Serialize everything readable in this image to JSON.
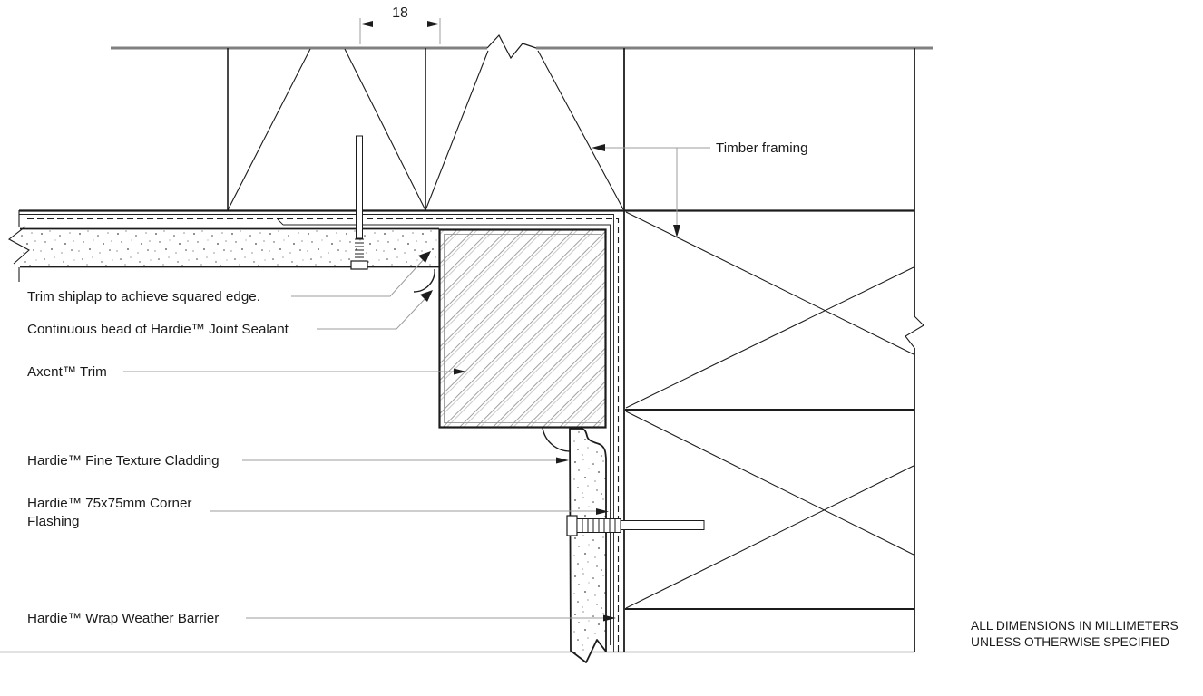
{
  "drawing": {
    "title_hint": "Cladding external corner detail (plan section)",
    "dimension": {
      "value": "18"
    },
    "labels": {
      "timber_framing": "Timber framing",
      "trim_shiplap": "Trim shiplap to achieve squared edge.",
      "joint_sealant": "Continuous bead of Hardie™ Joint Sealant",
      "axent_trim": "Axent™ Trim",
      "cladding": "Hardie™ Fine Texture Cladding",
      "flashing_line1": "Hardie™ 75x75mm Corner",
      "flashing_line2": "Flashing",
      "weather_barrier": "Hardie™ Wrap Weather Barrier"
    },
    "notes": {
      "line1": "ALL DIMENSIONS IN MILLIMETERS",
      "line2": "UNLESS OTHERWISE SPECIFIED"
    },
    "colors": {
      "frame_gray": "#808080",
      "leader_gray": "#9c9c9c",
      "hatch_gray": "#a0a0a0",
      "line_black": "#1c1c1c",
      "text_black": "#1a1a1a",
      "background": "#ffffff"
    }
  }
}
